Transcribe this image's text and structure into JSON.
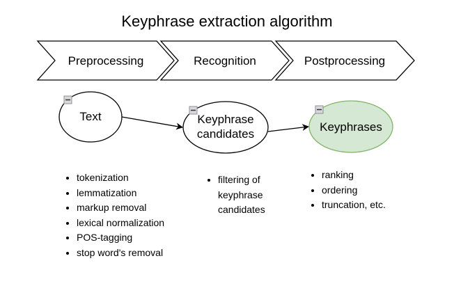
{
  "title": "Keyphrase extraction algorithm",
  "stages": [
    {
      "label": "Preprocessing"
    },
    {
      "label": "Recognition"
    },
    {
      "label": "Postprocessing"
    }
  ],
  "nodes": [
    {
      "label_lines": [
        "Text"
      ],
      "fill": "#ffffff",
      "stroke": "#000000"
    },
    {
      "label_lines": [
        "Keyphrase",
        "candidates"
      ],
      "fill": "#ffffff",
      "stroke": "#000000"
    },
    {
      "label_lines": [
        "Keyphrases"
      ],
      "fill": "#d5e8d4",
      "stroke": "#82b366"
    }
  ],
  "edges": [
    {
      "from": "Text",
      "to": "Keyphrase candidates"
    },
    {
      "from": "Keyphrase candidates",
      "to": "Keyphrases"
    }
  ],
  "collapse_icon": "collapse-minus-icon",
  "lists": {
    "preprocessing": [
      "tokenization",
      "lemmatization",
      "markup removal",
      "lexical normalization",
      "POS-tagging",
      "stop word's removal"
    ],
    "recognition": [
      "filtering of keyphrase candidates"
    ],
    "postprocessing": [
      "ranking",
      "ordering",
      "truncation, etc."
    ]
  }
}
